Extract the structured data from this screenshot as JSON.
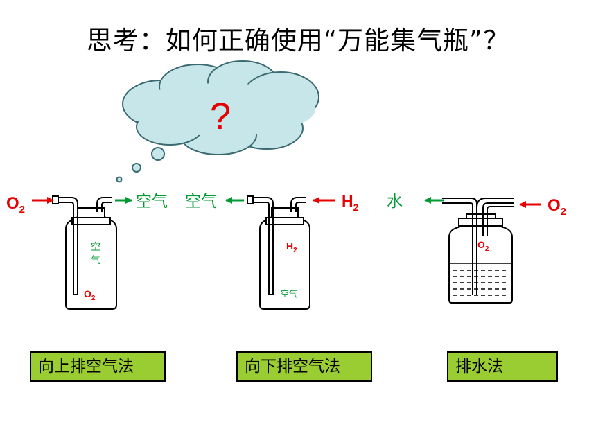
{
  "title": "思考：如何正确使用“万能集气瓶”？",
  "cloud": {
    "symbol": "?"
  },
  "colors": {
    "red": "#e60000",
    "green": "#009933",
    "box_fill": "#9ACD32"
  },
  "bottle1": {
    "in_gas": "O",
    "in_sub": "2",
    "out_label": "空气",
    "upper_char1": "空",
    "upper_char2": "气",
    "lower_gas": "O",
    "lower_sub": "2",
    "method": "向上排空气法"
  },
  "bottle2": {
    "out_label": "空气",
    "in_gas": "H",
    "in_sub": "2",
    "upper_gas": "H",
    "upper_sub": "2",
    "lower_label": "空气",
    "method": "向下排空气法"
  },
  "bottle3": {
    "out_label": "水",
    "in_gas": "O",
    "in_sub": "2",
    "inner_gas": "O",
    "inner_sub": "2",
    "method": "排水法"
  }
}
